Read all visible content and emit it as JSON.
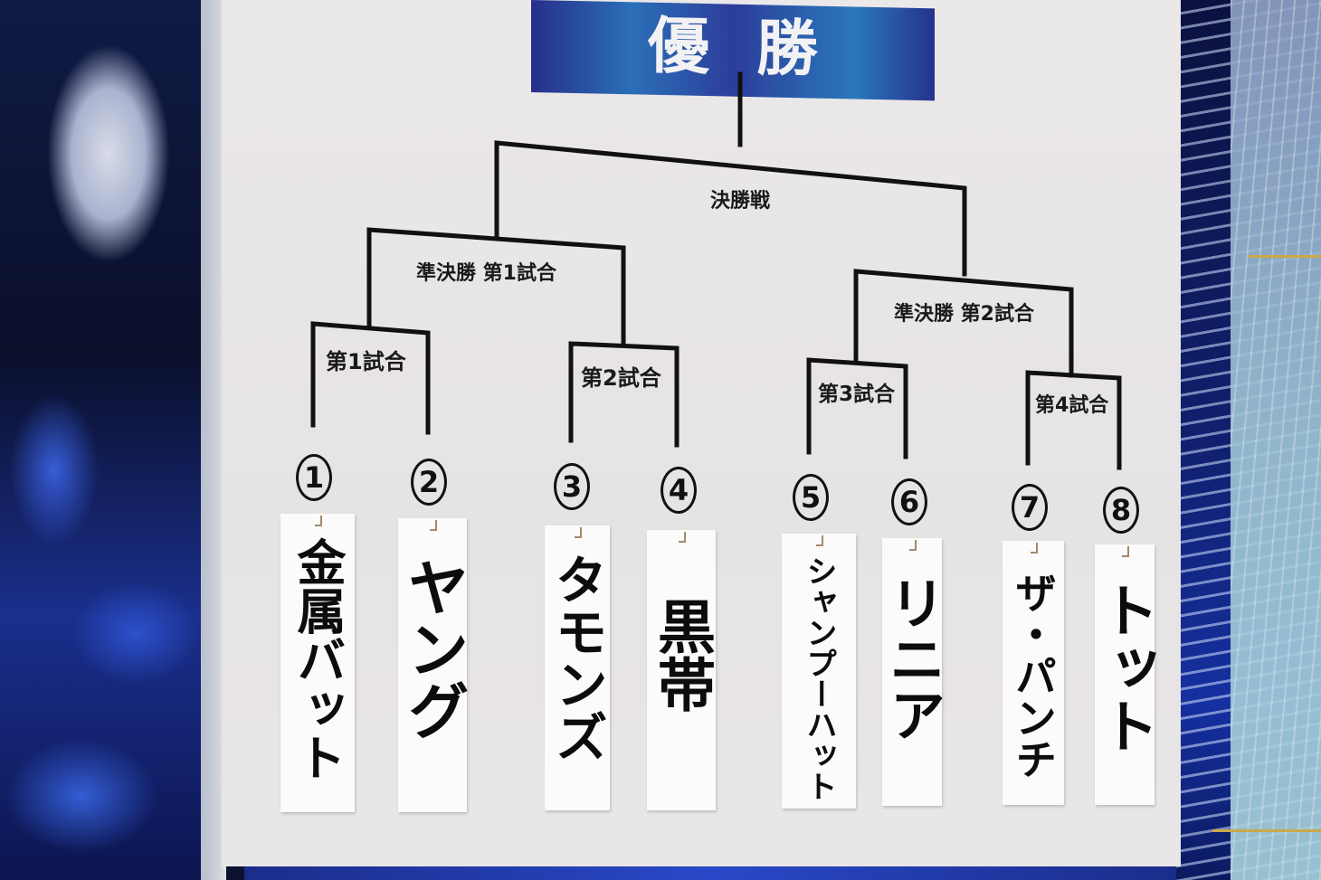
{
  "scene": {
    "colors": {
      "board": "#e8e5e6",
      "banner_left": "#272f8a",
      "banner_mid": "#2b6fb8",
      "bracket_line": "#111111",
      "background_blue": "#1a2f8c"
    }
  },
  "banner": {
    "title": "優勝"
  },
  "bracket": {
    "final": {
      "label": "決勝戦"
    },
    "semifinals": [
      {
        "label": "準決勝 第1試合"
      },
      {
        "label": "準決勝 第2試合"
      }
    ],
    "matches": [
      {
        "label": "第1試合"
      },
      {
        "label": "第2試合"
      },
      {
        "label": "第3試合"
      },
      {
        "label": "第4試合"
      }
    ],
    "entrants": [
      {
        "seed": "1",
        "name": "金属バット"
      },
      {
        "seed": "2",
        "name": "ヤング"
      },
      {
        "seed": "3",
        "name": "タモンズ"
      },
      {
        "seed": "4",
        "name": "黒帯"
      },
      {
        "seed": "5",
        "name": "シャンプーハット"
      },
      {
        "seed": "6",
        "name": "リニア"
      },
      {
        "seed": "7",
        "name": "ザ・パンチ"
      },
      {
        "seed": "8",
        "name": "トット"
      }
    ]
  }
}
